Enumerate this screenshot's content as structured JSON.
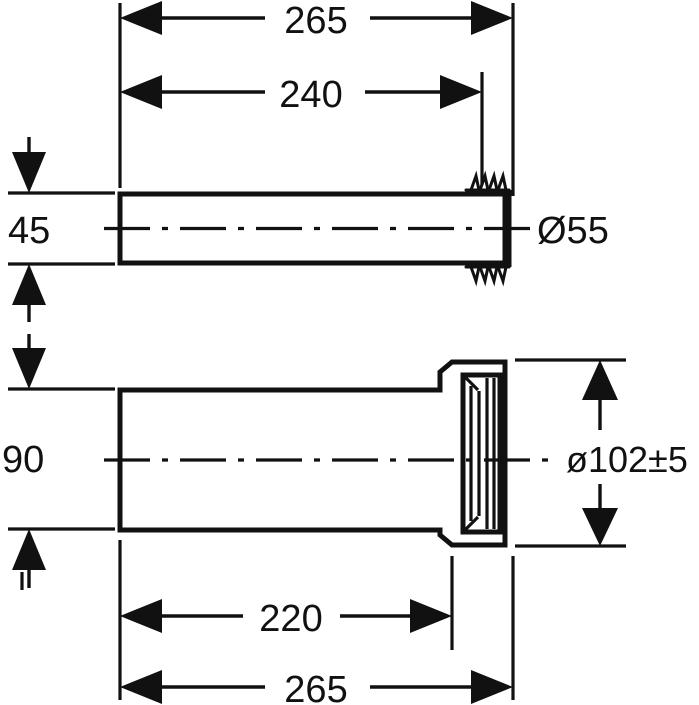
{
  "drawing": {
    "title": "Technical dimension drawing - WC connector pipe",
    "background_color": "#ffffff",
    "line_color": "#111111",
    "units": "mm"
  },
  "dimensions": {
    "top_overall": "265",
    "top_inner": "240",
    "left_upper_offset": "45",
    "left_lower_offset": "90",
    "diameter_small": "Ø55",
    "diameter_large": "ø102±5",
    "bottom_inner": "220",
    "bottom_overall": "265"
  },
  "labels": {
    "top_overall_name": "dimension-265-top",
    "top_inner_name": "dimension-240",
    "left_upper_name": "dimension-45",
    "left_lower_name": "dimension-90",
    "diameter_small_name": "diameter-55",
    "diameter_large_name": "diameter-102",
    "bottom_inner_name": "dimension-220",
    "bottom_overall_name": "dimension-265-bottom"
  },
  "parts": {
    "upper_pipe": {
      "name": "upper-pipe-side-view",
      "description": "straight pipe with sealing barbs at right end"
    },
    "lower_pipe": {
      "name": "lower-pipe-side-view",
      "description": "tapered pipe with socket flange and sealing lip at right end"
    }
  }
}
